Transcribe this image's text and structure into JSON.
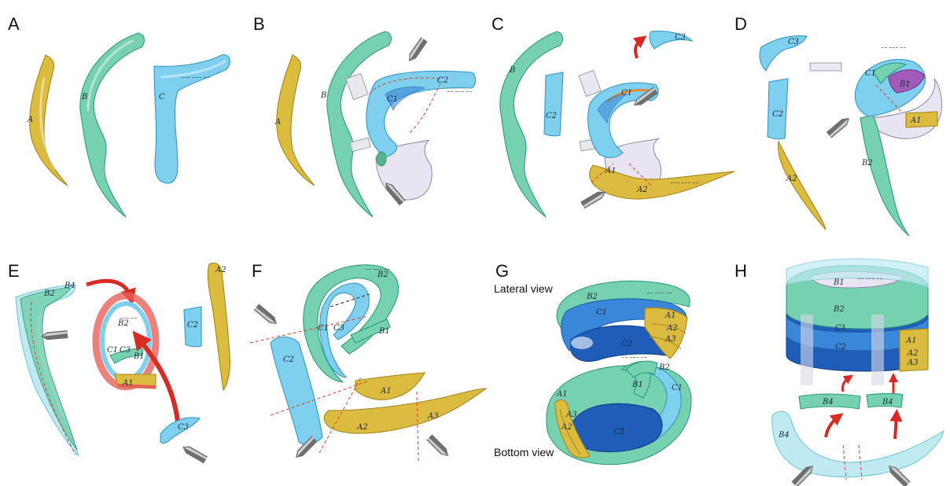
{
  "panels": [
    {
      "letter": "A",
      "labels": [
        "A",
        "B",
        "C"
      ]
    },
    {
      "letter": "B",
      "labels": [
        "A",
        "B",
        "C1",
        "C2"
      ]
    },
    {
      "letter": "C",
      "labels": [
        "B",
        "C2",
        "C3",
        "C1",
        "A1",
        "A2"
      ]
    },
    {
      "letter": "D",
      "labels": [
        "C3",
        "C2",
        "C1",
        "B1",
        "A1",
        "A2",
        "B2"
      ]
    },
    {
      "letter": "E",
      "labels": [
        "B2",
        "B4",
        "B2",
        "C1",
        "C3",
        "B1",
        "A1",
        "C3",
        "C2",
        "A2"
      ]
    },
    {
      "letter": "F",
      "labels": [
        "B2",
        "C1",
        "C3",
        "B1",
        "C2",
        "A1",
        "A2",
        "A3"
      ]
    },
    {
      "letter": "G",
      "labels": [
        "B2",
        "C1",
        "C2",
        "A1",
        "A2",
        "A3",
        "B2",
        "B1",
        "C1",
        "A1",
        "A3",
        "A2",
        "C2"
      ],
      "views": [
        "Lateral view",
        "Bottom view"
      ]
    },
    {
      "letter": "H",
      "labels": [
        "B1",
        "B2",
        "C1",
        "C2",
        "A1",
        "A2",
        "A3",
        "B4",
        "B4",
        "B4"
      ]
    }
  ],
  "colors": {
    "yellow": "#dcbc3e",
    "green": "#76d1b1",
    "light_blue": "#7fd0ee",
    "dark_blue": "#1f5db8",
    "arrow_red": "#d92b23",
    "scalpel_grey": "#8c8c8c"
  },
  "icons": [
    "scalpel-icon",
    "curved-arrow-icon"
  ]
}
